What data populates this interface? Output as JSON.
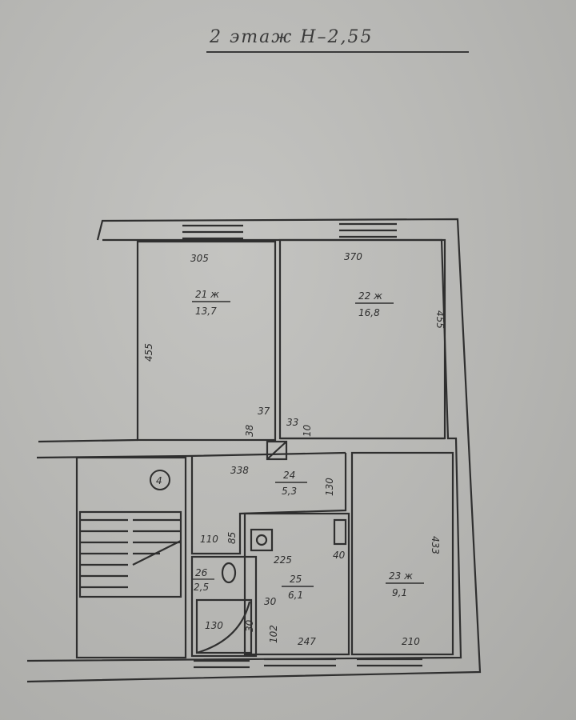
{
  "header": {
    "title": "2 этаж  Н–2,55"
  },
  "rooms": [
    {
      "number": "21 ж",
      "area": "13,7"
    },
    {
      "number": "22 ж",
      "area": "16,8"
    },
    {
      "number": "23 ж",
      "area": "9,1"
    },
    {
      "number": "24",
      "area": "5,3"
    },
    {
      "number": "25",
      "area": "6,1"
    },
    {
      "number": "26",
      "area": "2,5"
    }
  ],
  "dimensions": {
    "d305": "305",
    "d370": "370",
    "d455_left": "455",
    "d455_right": "455",
    "d37": "37",
    "d38": "38",
    "d33": "33",
    "d10": "10",
    "d338": "338",
    "d130_corridor": "130",
    "d433": "433",
    "d110": "110",
    "d85": "85",
    "d225": "225",
    "d40": "40",
    "d30": "30",
    "d102": "102",
    "d247": "247",
    "d210": "210",
    "d130_bath": "130",
    "d30b": "30"
  },
  "stair_marker": "4"
}
